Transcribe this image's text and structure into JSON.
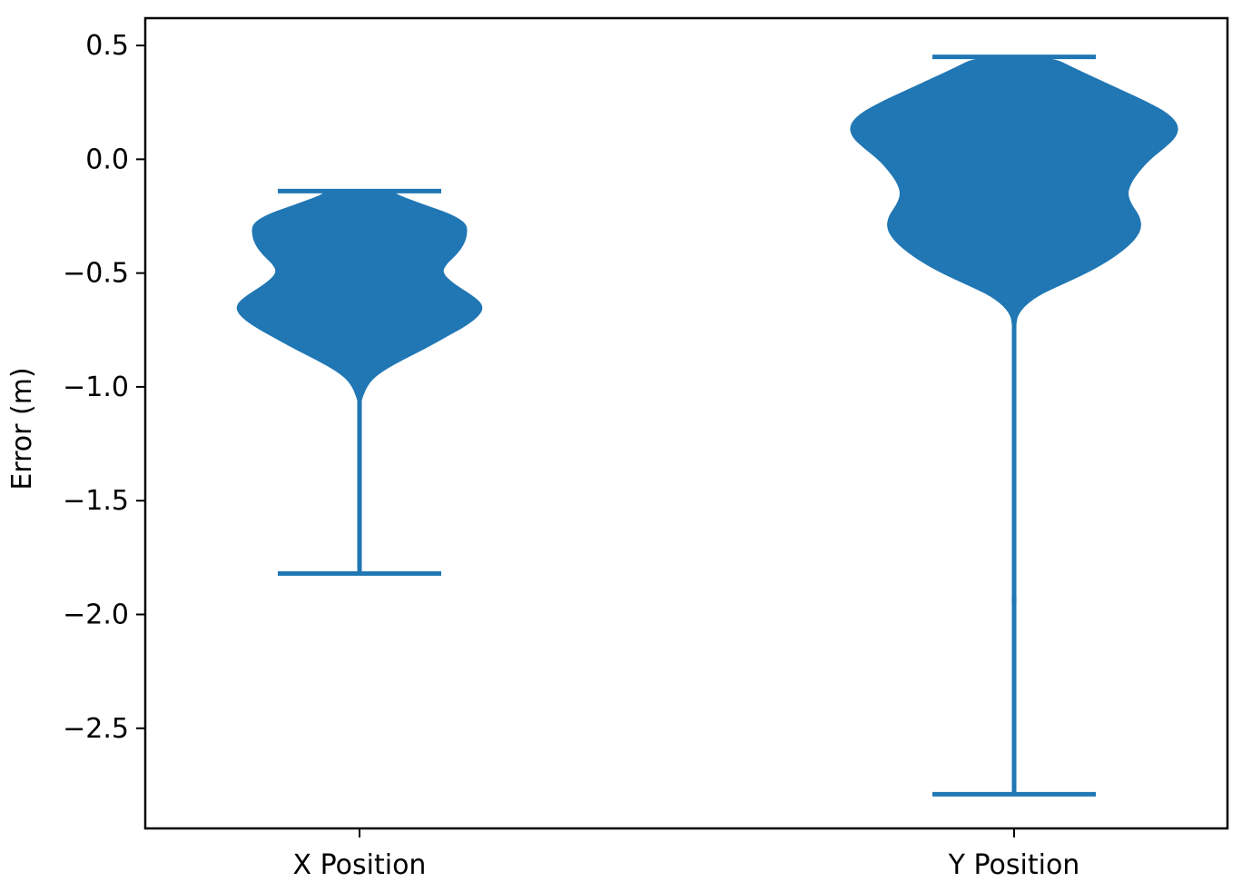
{
  "chart_data": {
    "type": "violin",
    "ylabel": "Error (m)",
    "ylim": [
      -2.94,
      0.62
    ],
    "yticks": [
      0.5,
      0.0,
      -0.5,
      -1.0,
      -1.5,
      -2.0,
      -2.5
    ],
    "ytick_labels": [
      "0.5",
      "0.0",
      "−0.5",
      "−1.0",
      "−1.5",
      "−2.0",
      "−2.5"
    ],
    "categories": [
      "X Position",
      "Y Position"
    ],
    "color": "#2077b4",
    "series": [
      {
        "label": "X Position",
        "min": -1.82,
        "max": -0.14,
        "density": [
          [
            -1.82,
            0.0
          ],
          [
            -1.5,
            0.0
          ],
          [
            -1.1,
            0.0
          ],
          [
            -1.05,
            0.05
          ],
          [
            -0.98,
            0.22
          ],
          [
            -0.93,
            0.55
          ],
          [
            -0.88,
            1.05
          ],
          [
            -0.83,
            1.6
          ],
          [
            -0.78,
            2.1
          ],
          [
            -0.73,
            2.6
          ],
          [
            -0.68,
            2.95
          ],
          [
            -0.64,
            3.0
          ],
          [
            -0.6,
            2.75
          ],
          [
            -0.55,
            2.3
          ],
          [
            -0.5,
            2.0
          ],
          [
            -0.46,
            2.1
          ],
          [
            -0.42,
            2.35
          ],
          [
            -0.37,
            2.55
          ],
          [
            -0.32,
            2.62
          ],
          [
            -0.28,
            2.58
          ],
          [
            -0.24,
            2.2
          ],
          [
            -0.2,
            1.55
          ],
          [
            -0.16,
            0.95
          ],
          [
            -0.14,
            0.8
          ]
        ]
      },
      {
        "label": "Y Position",
        "min": -2.79,
        "max": 0.45,
        "density": [
          [
            -2.79,
            0.0
          ],
          [
            -2.1,
            0.0
          ],
          [
            -2.0,
            0.04
          ],
          [
            -1.92,
            0.05
          ],
          [
            -1.82,
            0.02
          ],
          [
            -1.0,
            0.0
          ],
          [
            -0.72,
            0.02
          ],
          [
            -0.66,
            0.15
          ],
          [
            -0.6,
            0.55
          ],
          [
            -0.55,
            1.15
          ],
          [
            -0.5,
            1.75
          ],
          [
            -0.45,
            2.25
          ],
          [
            -0.4,
            2.65
          ],
          [
            -0.35,
            2.95
          ],
          [
            -0.3,
            3.1
          ],
          [
            -0.25,
            3.05
          ],
          [
            -0.2,
            2.85
          ],
          [
            -0.15,
            2.75
          ],
          [
            -0.1,
            2.85
          ],
          [
            -0.05,
            3.05
          ],
          [
            0.0,
            3.3
          ],
          [
            0.05,
            3.65
          ],
          [
            0.1,
            3.95
          ],
          [
            0.15,
            4.0
          ],
          [
            0.2,
            3.75
          ],
          [
            0.25,
            3.25
          ],
          [
            0.3,
            2.65
          ],
          [
            0.35,
            2.05
          ],
          [
            0.4,
            1.45
          ],
          [
            0.45,
            0.9
          ]
        ]
      }
    ]
  }
}
